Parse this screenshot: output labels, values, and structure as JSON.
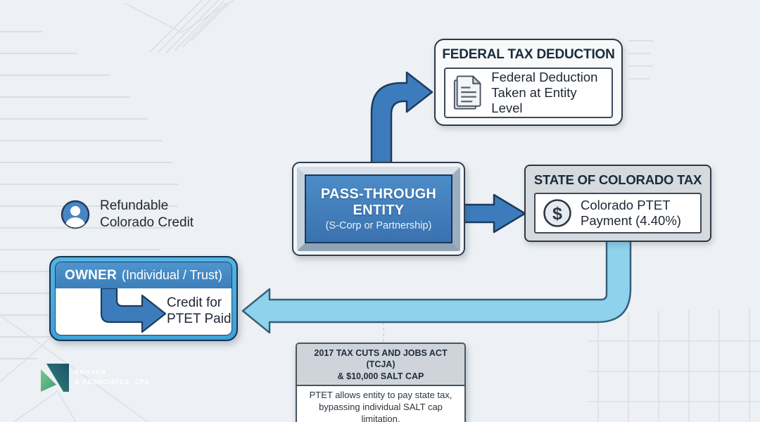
{
  "colors": {
    "background": "#edf0f4",
    "dark_blue_arrow": "#3d7cbc",
    "light_blue_arrow": "#8fd2ec",
    "navy_text": "#1b2a3a",
    "entity_blue": "#3f7fba",
    "owner_frame_blue": "#49a9dd"
  },
  "federal_box": {
    "title": "FEDERAL TAX DEDUCTION",
    "icon": "documents-icon",
    "line1": "Federal Deduction",
    "line2": "Taken at Entity Level"
  },
  "entity_box": {
    "title_line1": "PASS-THROUGH",
    "title_line2": "ENTITY",
    "subtitle": "(S-Corp or Partnership)"
  },
  "state_box": {
    "title": "STATE OF COLORADO TAX",
    "icon": "dollar-icon",
    "dollar_glyph": "$",
    "line1": "Colorado PTET",
    "line2": "Payment (4.40%)"
  },
  "refundable_credit": {
    "icon": "person-icon",
    "line1": "Refundable",
    "line2": "Colorado Credit"
  },
  "owner_box": {
    "title": "OWNER",
    "title_suffix": "(Individual / Trust)",
    "line1": "Credit for",
    "line2": "PTET Paid"
  },
  "tcja_box": {
    "header_line1": "2017 TAX CUTS AND JOBS ACT (TCJA)",
    "header_line2": "& $10,000 SALT CAP",
    "body_line1": "PTET allows entity to pay state tax,",
    "body_line2": "bypassing individual SALT cap limitation."
  },
  "logo": {
    "name_line1": "NGUYEN",
    "name_line2": "& ASSOCIATES, CPA"
  }
}
